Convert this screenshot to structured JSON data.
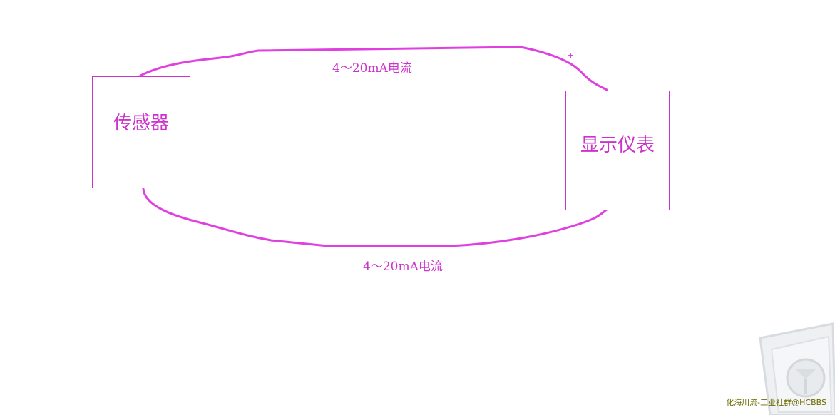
{
  "diagram": {
    "sensor_label": "传感器",
    "display_label": "显示仪表",
    "top_wire_label": "4～20mA电流",
    "bottom_wire_label": "4～20mA电流",
    "positive_terminal": "+",
    "negative_terminal": "−",
    "wire_color": "#e040e0",
    "box_color": "#cc33cc"
  },
  "watermark": {
    "text": "化海川流-工业社群@HCBBS",
    "color": "#6b6b00"
  }
}
